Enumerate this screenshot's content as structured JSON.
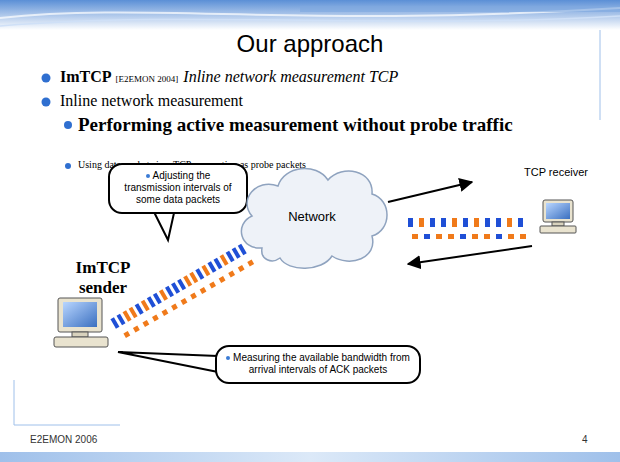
{
  "diagram": {
    "title": "Our approach",
    "nodes": [
      {
        "text": [
          "Adjusting the transmission intervals of some data packets"
        ]
      },
      {
        "text": [
          "Network"
        ]
      },
      {
        "text": [
          "Measuring the available bandwidth from arrival intervals of ACK packets"
        ]
      }
    ],
    "labels": [
      "ImTCP",
      "[E2EMON 2004]",
      "Inline network measurement TCP",
      "Inline network measurement",
      "Performing active measurement without probe traffic",
      "Using data packets in a TCP connection as probe packets",
      "TCP receiver",
      "ImTCP sender",
      "E2EMON 2006",
      "4"
    ]
  }
}
